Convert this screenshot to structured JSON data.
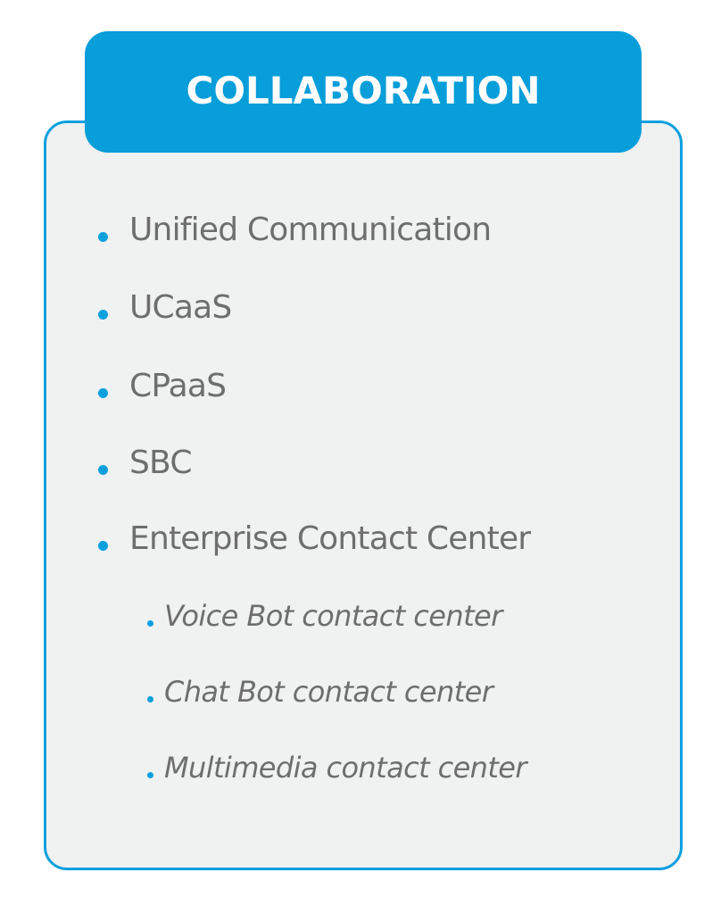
{
  "header": {
    "title": "COLLABORATION"
  },
  "items": [
    {
      "label": "Unified Communication",
      "level": 1
    },
    {
      "label": "UCaaS",
      "level": 1
    },
    {
      "label": "CPaaS",
      "level": 1
    },
    {
      "label": "SBC",
      "level": 1
    },
    {
      "label": "Enterprise Contact Center",
      "level": 1
    },
    {
      "label": "Voice Bot contact center",
      "level": 2
    },
    {
      "label": "Chat Bot contact center",
      "level": 2
    },
    {
      "label": "Multimedia contact center",
      "level": 2
    }
  ],
  "colors": {
    "accent": "#079ed9",
    "card_background": "#f0f1f1",
    "text": "#6e6e6e",
    "header_text": "#ffffff"
  }
}
